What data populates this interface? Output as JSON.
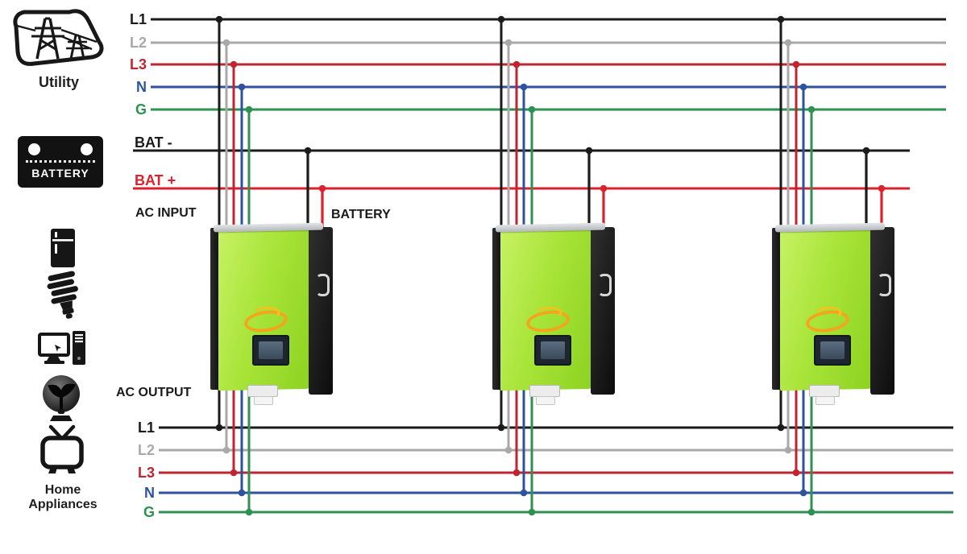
{
  "colors": {
    "l1": "#1b1b1b",
    "l2": "#a9a9a9",
    "l3": "#bf2430",
    "n": "#2f529f",
    "g": "#2f9151",
    "bat_minus": "#1b1b1b",
    "bat_plus": "#d8222e",
    "inverter_green": "#a9e43a",
    "inverter_rail_black": "#141414",
    "logo_orange": "#f3a61c"
  },
  "left_panel": {
    "utility_label": "Utility",
    "battery_icon_label": "BATTERY",
    "home_appliances_label_line1": "Home",
    "home_appliances_label_line2": "Appliances",
    "icons": [
      "utility-grid-icon",
      "battery-icon",
      "refrigerator-icon",
      "cfl-bulb-icon",
      "computer-icon",
      "fan-icon",
      "tv-icon"
    ]
  },
  "top_bus_labels": [
    "L1",
    "L2",
    "L3",
    "N",
    "G"
  ],
  "battery_bus_labels": {
    "minus": "BAT -",
    "plus": "BAT +"
  },
  "bottom_bus_labels": [
    "L1",
    "L2",
    "L3",
    "N",
    "G"
  ],
  "inverter_connection_labels": {
    "ac_input": "AC INPUT",
    "battery": "BATTERY",
    "ac_output": "AC OUTPUT"
  },
  "inverter_count": 3
}
